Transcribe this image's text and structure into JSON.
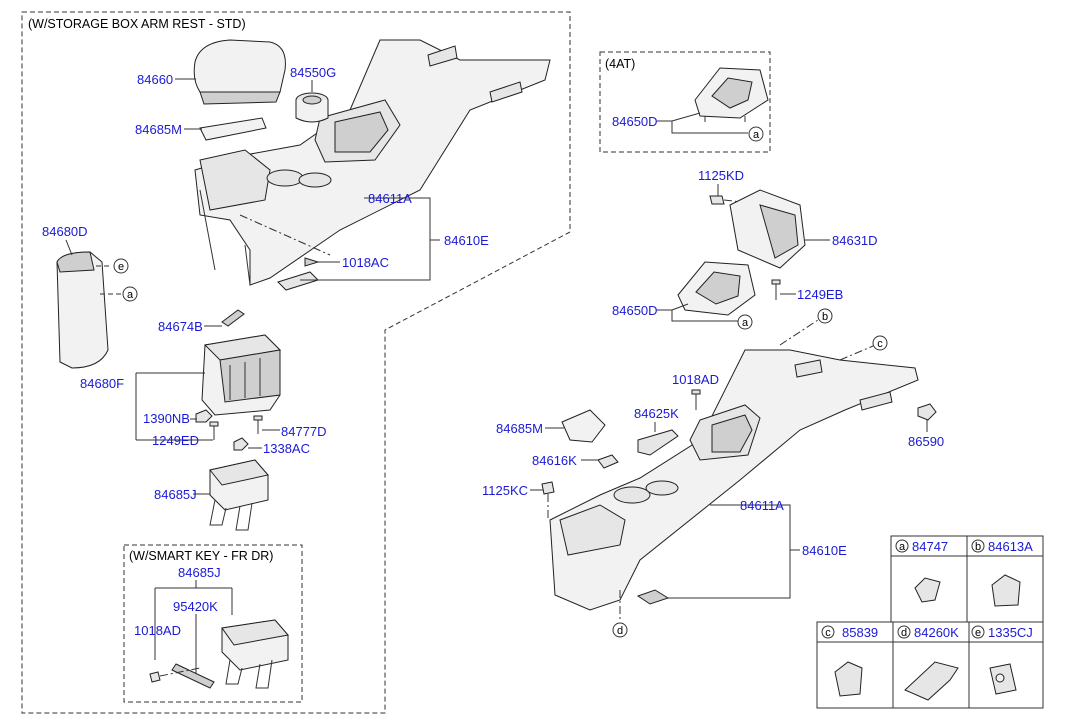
{
  "groups": {
    "storage_box": "(W/STORAGE BOX ARM REST - STD)",
    "at4": "(4AT)",
    "smart_key": "(W/SMART KEY - FR DR)"
  },
  "labels": {
    "p84660": "84660",
    "p84550G": "84550G",
    "p84685M_top": "84685M",
    "p84611A_top": "84611A",
    "p84610E_top": "84610E",
    "p1018AC": "1018AC",
    "p84680D": "84680D",
    "p84674B": "84674B",
    "p84680F": "84680F",
    "p1390NB": "1390NB",
    "p84777D": "84777D",
    "p1249ED": "1249ED",
    "p1338AC": "1338AC",
    "p84685J": "84685J",
    "p84685J_sk": "84685J",
    "p95420K": "95420K",
    "p1018AD_sk": "1018AD",
    "p84650D_4at": "84650D",
    "p1125KD": "1125KD",
    "p84631D": "84631D",
    "p1249EB": "1249EB",
    "p84650D": "84650D",
    "p1018AD": "1018AD",
    "p86590": "86590",
    "p84685M": "84685M",
    "p84625K": "84625K",
    "p84616K": "84616K",
    "p1125KC": "1125KC",
    "p84611A": "84611A",
    "p84610E": "84610E"
  },
  "callouts": {
    "a": "a",
    "b": "b",
    "c": "c",
    "d": "d",
    "e": "e"
  },
  "legend": {
    "cells": [
      {
        "letter": "a",
        "code": "84747"
      },
      {
        "letter": "b",
        "code": "84613A"
      },
      {
        "letter": "c",
        "code": "85839"
      },
      {
        "letter": "d",
        "code": "84260K"
      },
      {
        "letter": "e",
        "code": "1335CJ"
      }
    ]
  }
}
